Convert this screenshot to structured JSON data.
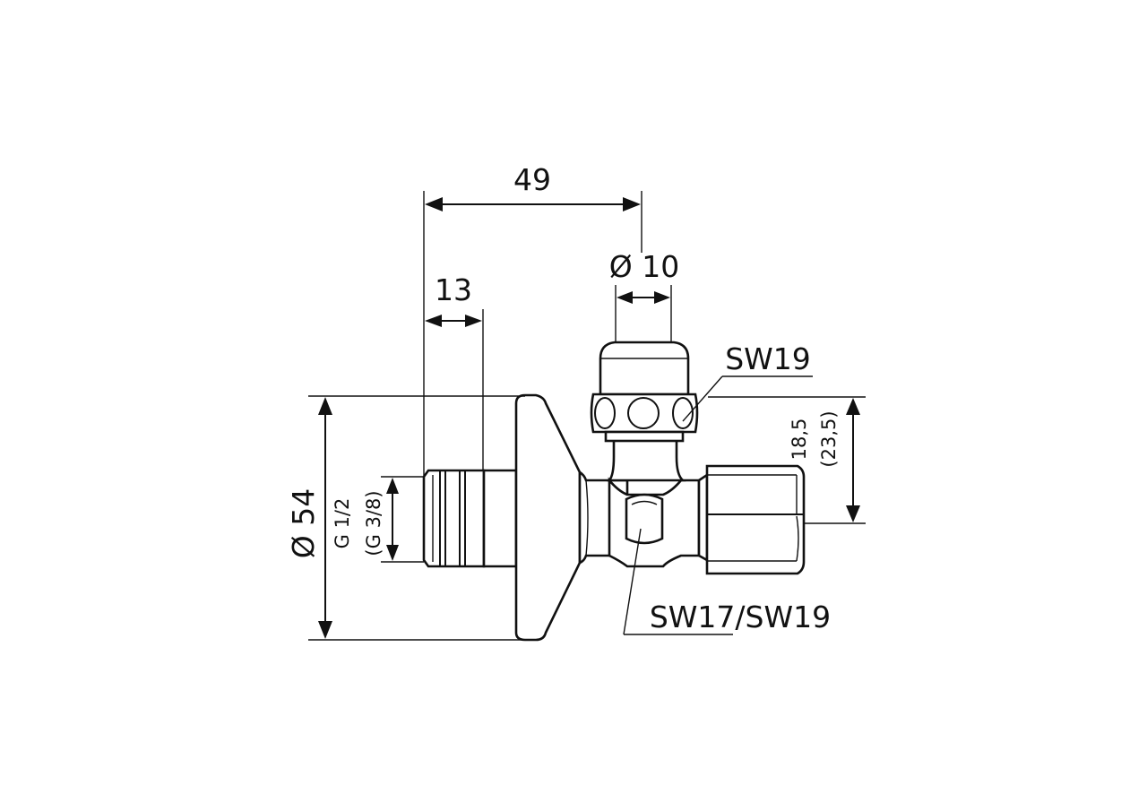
{
  "drawing": {
    "dimensions": {
      "overall_length": "49",
      "spindle_diameter": "Ø 10",
      "thread_length": "13",
      "rosette_diameter": "Ø 54",
      "outlet_height_a": "18,5",
      "outlet_height_b": "(23,5)"
    },
    "thread": {
      "primary": "G 1/2",
      "alternate": "(G 3/8)"
    },
    "wrench_sizes": {
      "cap": "SW19",
      "body": "SW17/SW19"
    }
  }
}
